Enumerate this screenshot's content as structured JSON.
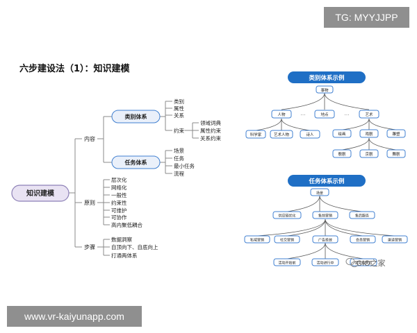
{
  "watermark_top": "TG: MYYJJPP",
  "watermark_bottom": "www.vr-kaiyunapp.com",
  "title": "六步建设法（1）：知识建模",
  "mindmap": {
    "root": "知识建模",
    "content": {
      "label": "内容",
      "category": {
        "label": "类别体系",
        "items": [
          "类别",
          "属性",
          "关系"
        ],
        "constraint": "约束",
        "constraint_items": [
          "领域词典",
          "属性约束",
          "关系约束"
        ]
      },
      "task": {
        "label": "任务体系",
        "items": [
          "场景",
          "任务",
          "最小任务",
          "流程"
        ]
      }
    },
    "principles": {
      "label": "原则",
      "items": [
        "层次化",
        "网络化",
        "一般性",
        "约束性",
        "可维护",
        "可协作",
        "高内聚低耦合"
      ]
    },
    "steps": {
      "label": "步骤",
      "items": [
        "数据洞察",
        "自顶向下、自底向上",
        "打通两体系"
      ]
    }
  },
  "category_example": {
    "title": "类别体系示例",
    "root": "事物",
    "level1": [
      "人物",
      "地点",
      "艺术"
    ],
    "people": [
      "科学家",
      "艺术人物",
      "诗人"
    ],
    "art": [
      "绘画",
      "戏剧",
      "雕塑"
    ],
    "drama": [
      "歌剧",
      "京剧",
      "舞剧"
    ],
    "ellipsis": "…"
  },
  "task_example": {
    "title": "任务体系示例",
    "root": "场景",
    "level1": [
      "供应链优化",
      "售前营销",
      "售后服务"
    ],
    "level2": [
      "私域营销",
      "社交营销",
      "广告投放",
      "会员营销",
      "渠道营销"
    ],
    "level3": [
      "活动开始前",
      "活动进行中",
      "活动结束后"
    ]
  },
  "source_label": "CIO之家",
  "colors": {
    "accent": "#1f6fc5",
    "node_border": "#3f7fd0",
    "line": "#8a8a8a",
    "root_fill": "#e9e3f3",
    "pill_fill": "#eaf0fa"
  }
}
